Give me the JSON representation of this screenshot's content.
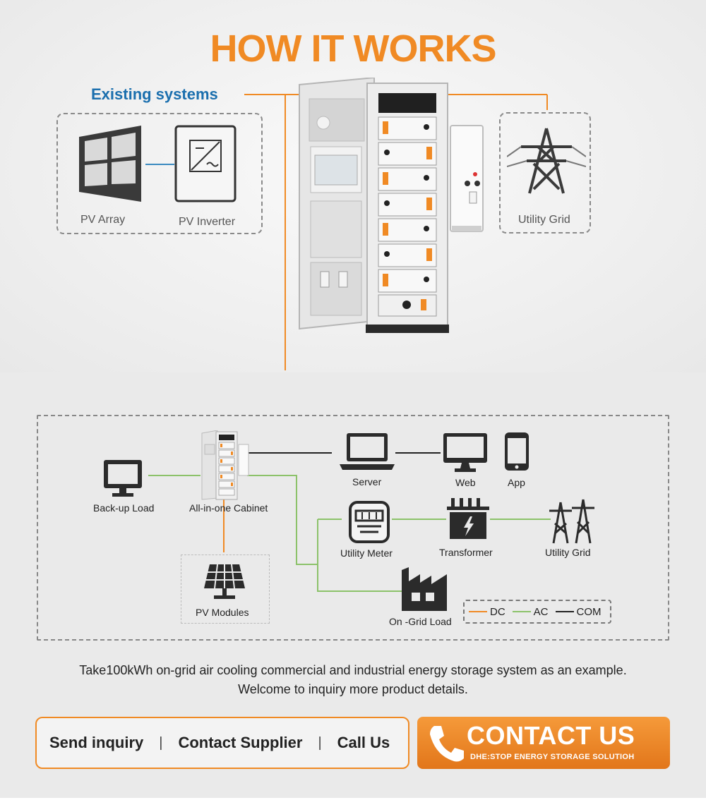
{
  "top": {
    "title": "HOW IT WORKS",
    "existing_systems": "Existing systems",
    "pv_array": "PV Array",
    "pv_inverter": "PV Inverter",
    "utility_grid": "Utility Grid"
  },
  "diagram": {
    "backup_load": "Back-up Load",
    "cabinet": "All-in-one Cabinet",
    "pv_modules": "PV Modules",
    "server": "Server",
    "web": "Web",
    "app": "App",
    "utility_meter": "Utility Meter",
    "transformer": "Transformer",
    "utility_grid": "Utility Grid",
    "on_grid_load": "On -Grid Load",
    "legend": [
      {
        "label": "DC",
        "color": "#f08a24"
      },
      {
        "label": "AC",
        "color": "#8cc26a"
      },
      {
        "label": "COM",
        "color": "#222222"
      }
    ]
  },
  "note": {
    "line1_prefix": "Take",
    "line1_value": "100",
    "line1_suffix": "kWh on-grid air cooling commercial and industrial energy storage system as an example.",
    "line2": "Welcome to inquiry more product details."
  },
  "actions": {
    "send_inquiry": "Send inquiry",
    "separator": "|",
    "contact_supplier": "Contact Supplier",
    "call_us": "Call Us",
    "contact_us": "CONTACT US",
    "contact_tagline": "DHE:STOP ENERGY STORAGE SOLUTIOH"
  },
  "colors": {
    "accent_orange": "#f08a24",
    "title_blue": "#1b6fae",
    "ac_green": "#8cc26a"
  }
}
